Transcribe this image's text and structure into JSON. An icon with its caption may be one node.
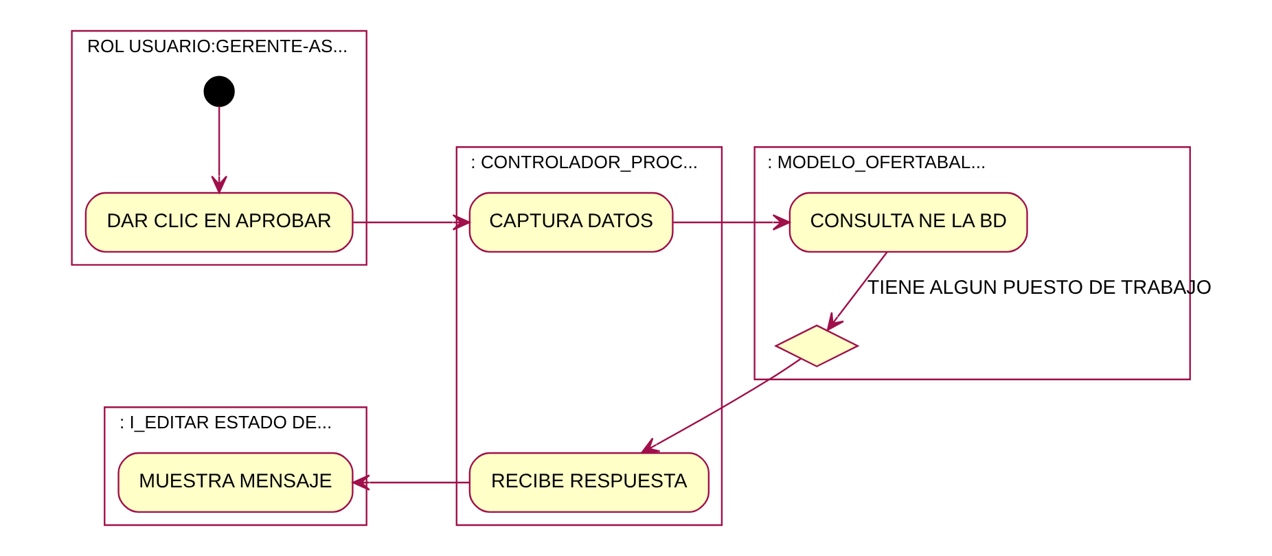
{
  "diagram": {
    "nodes": [
      {
        "text": [
          "ROL USUARIO:GERENTE-AS..."
        ]
      },
      {
        "text": [
          ": I_EDITAR ESTADO DE..."
        ]
      },
      {
        "text": [
          ": CONTROLADOR_PROC..."
        ]
      },
      {
        "text": [
          ": MODELO_OFERTABAL..."
        ]
      },
      {
        "text": [],
        "shape": "circle",
        "in": 0
      },
      {
        "text": [
          "DAR CLIC EN APROBAR"
        ],
        "in": 0
      },
      {
        "text": [
          "CAPTURA DATOS"
        ],
        "in": 2
      },
      {
        "text": [
          "CONSULTA NE LA BD"
        ],
        "in": 3
      },
      {
        "text": [],
        "shape": "diamond",
        "in": 3
      },
      {
        "text": [
          "RECIBE RESPUESTA"
        ],
        "in": 2
      },
      {
        "text": [
          "MUESTRA MENSAJE"
        ],
        "in": 1
      }
    ],
    "edges": [
      {
        "from": 4,
        "to": 5,
        "arrow": "to"
      },
      {
        "from": 5,
        "to": 6,
        "arrow": "to"
      },
      {
        "from": 6,
        "to": 7,
        "arrow": "to"
      },
      {
        "from": 7,
        "to": 8,
        "arrow": "to",
        "label": "TIENE ALGUN PUESTO DE TRABAJO"
      },
      {
        "from": 8,
        "to": 9,
        "arrow": "to"
      },
      {
        "from": 9,
        "to": 10,
        "arrow": "to"
      }
    ]
  }
}
